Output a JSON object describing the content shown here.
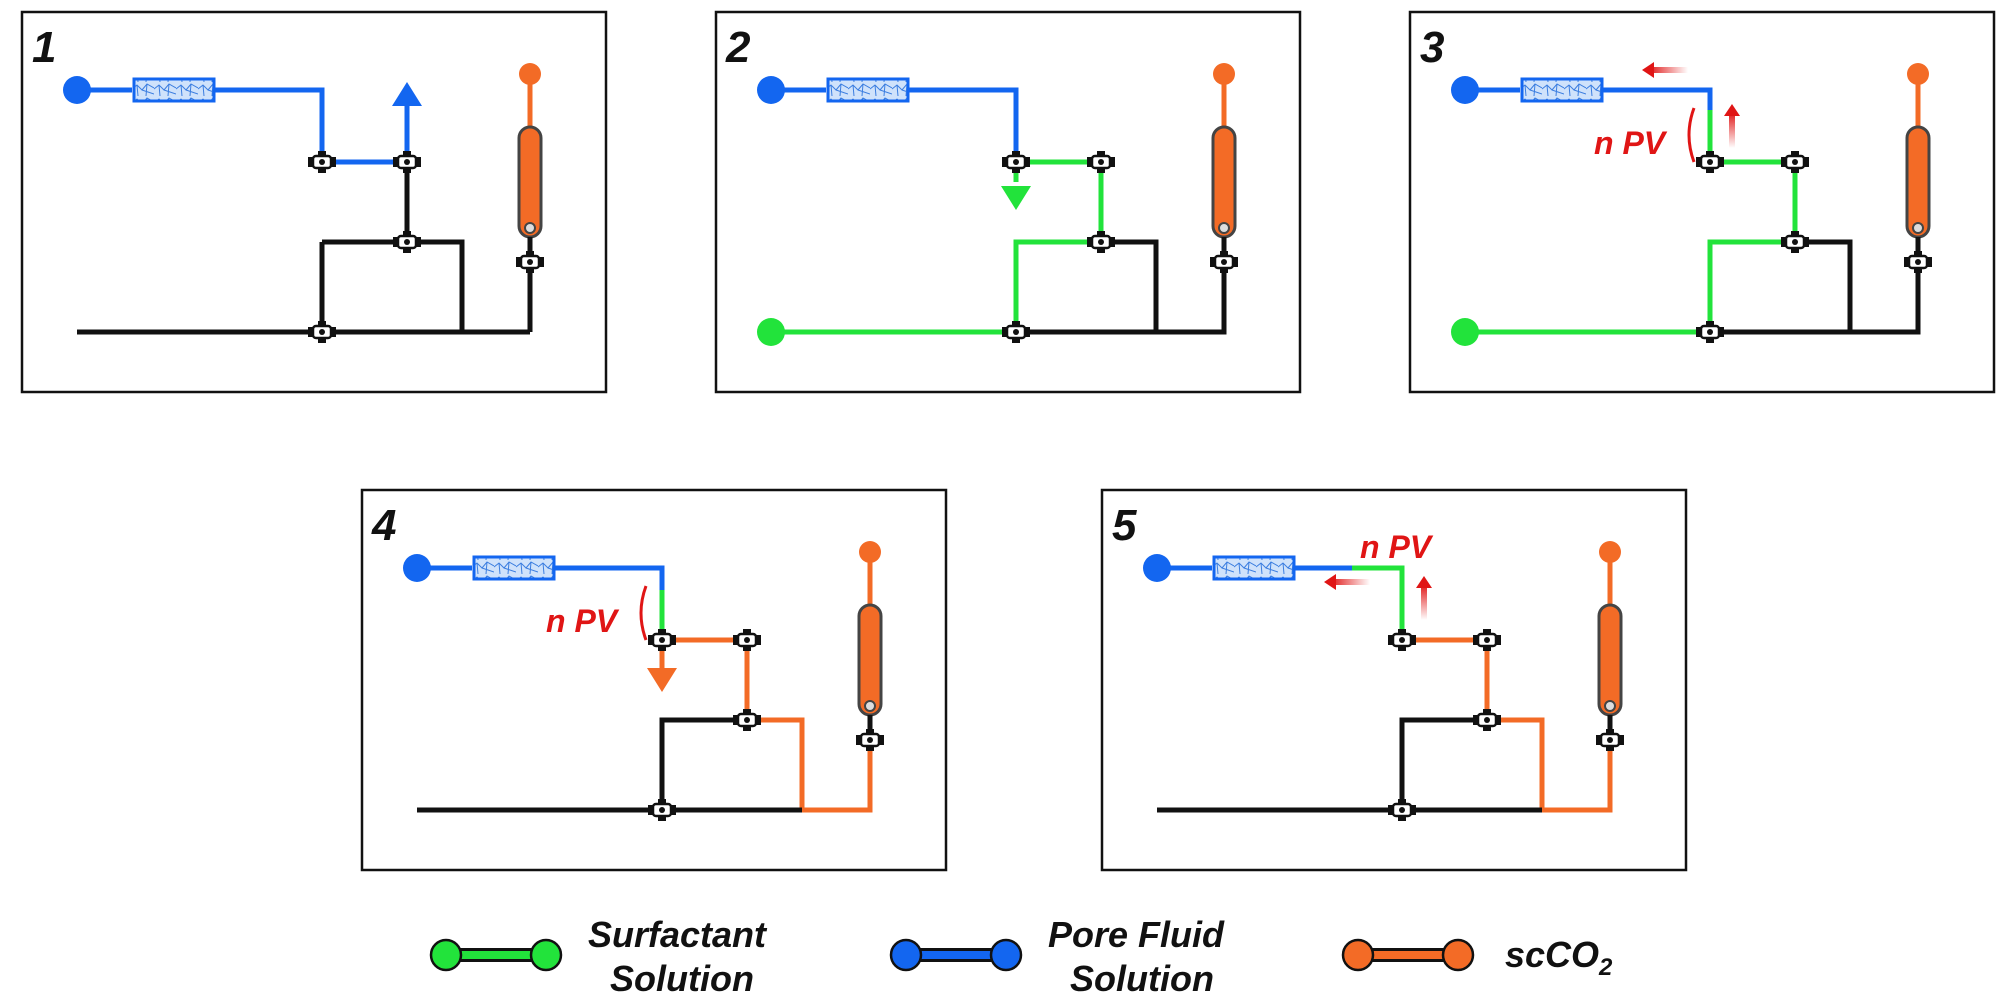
{
  "colors": {
    "surfactant": "#22e33b",
    "pore_fluid": "#1366f0",
    "scco2": "#f36b26",
    "line": "#111111",
    "arrow_red": "#e01515"
  },
  "panels": [
    {
      "number": "1"
    },
    {
      "number": "2"
    },
    {
      "number": "3",
      "label": "n PV"
    },
    {
      "number": "4",
      "label": "n PV"
    },
    {
      "number": "5",
      "label": "n PV"
    }
  ],
  "legend": [
    {
      "label": "Surfactant",
      "label2": "Solution",
      "color": "#22e33b"
    },
    {
      "label": "Pore Fluid",
      "label2": "Solution",
      "color": "#1366f0"
    },
    {
      "label": "scCO",
      "sub": "2",
      "color": "#f36b26"
    }
  ],
  "icons": [
    "core-holder-icon",
    "valve-icon",
    "cylinder-icon",
    "flow-arrow-icon"
  ]
}
